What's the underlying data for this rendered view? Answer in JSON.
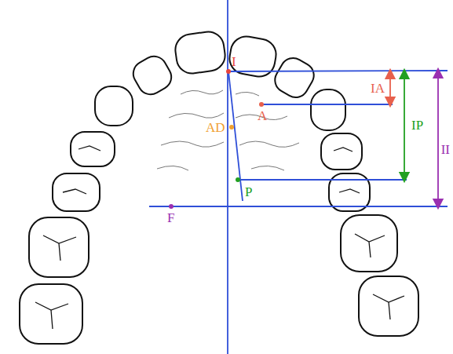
{
  "diagram": {
    "labels": [
      "I",
      "IA",
      "A",
      "AD",
      "IP",
      "P",
      "II",
      "F"
    ]
  }
}
